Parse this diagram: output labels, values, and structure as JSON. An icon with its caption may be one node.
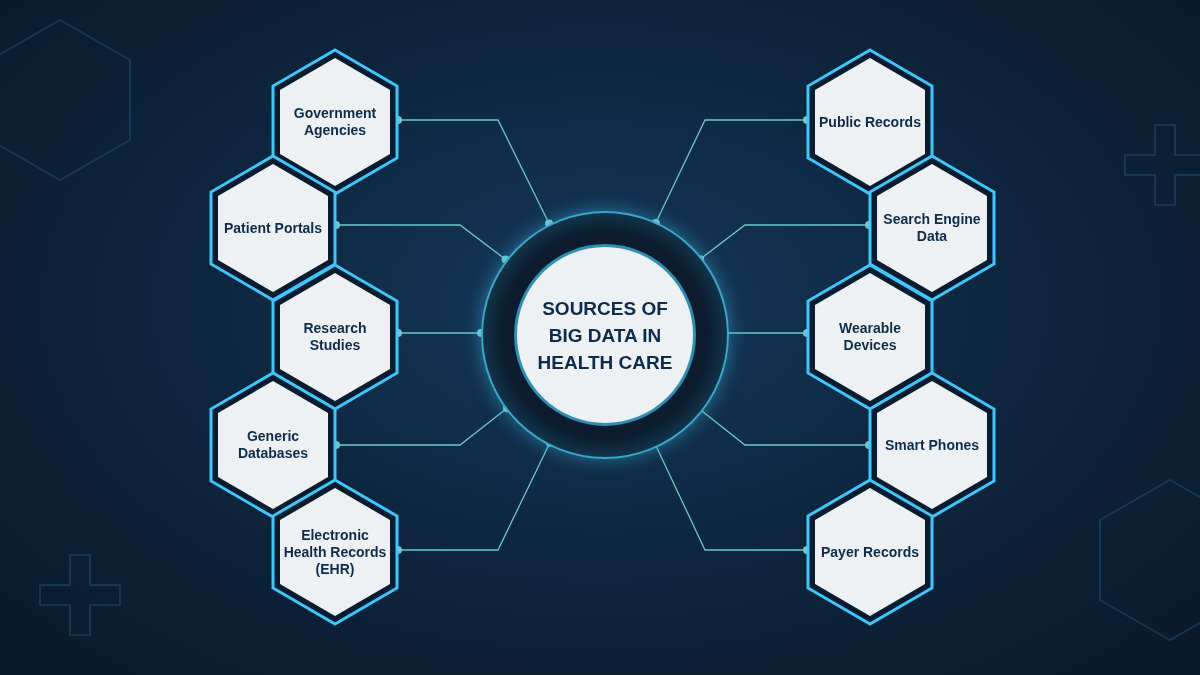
{
  "diagram": {
    "nodes": [
      {
        "text": [
          "SOURCES OF BIG DATA IN HEALTH CARE"
        ]
      },
      {
        "text": [
          "Government Agencies"
        ]
      },
      {
        "text": [
          "Patient Portals"
        ]
      },
      {
        "text": [
          "Research Studies"
        ]
      },
      {
        "text": [
          "Generic Databases"
        ]
      },
      {
        "text": [
          "Electronic Health Records (EHR)"
        ]
      },
      {
        "text": [
          "Public Records"
        ]
      },
      {
        "text": [
          "Search Engine Data"
        ]
      },
      {
        "text": [
          "Wearable Devices"
        ]
      },
      {
        "text": [
          "Smart Phones"
        ]
      },
      {
        "text": [
          "Payer Records"
        ]
      }
    ],
    "edges": [
      {
        "from": 0,
        "to": 1,
        "arrow": "other"
      },
      {
        "from": 0,
        "to": 2,
        "arrow": "other"
      },
      {
        "from": 0,
        "to": 3,
        "arrow": "other"
      },
      {
        "from": 0,
        "to": 4,
        "arrow": "other"
      },
      {
        "from": 0,
        "to": 5,
        "arrow": "other"
      },
      {
        "from": 0,
        "to": 6,
        "arrow": "other"
      },
      {
        "from": 0,
        "to": 7,
        "arrow": "other"
      },
      {
        "from": 0,
        "to": 8,
        "arrow": "other"
      },
      {
        "from": 0,
        "to": 9,
        "arrow": "other"
      },
      {
        "from": 0,
        "to": 10,
        "arrow": "other"
      }
    ]
  }
}
